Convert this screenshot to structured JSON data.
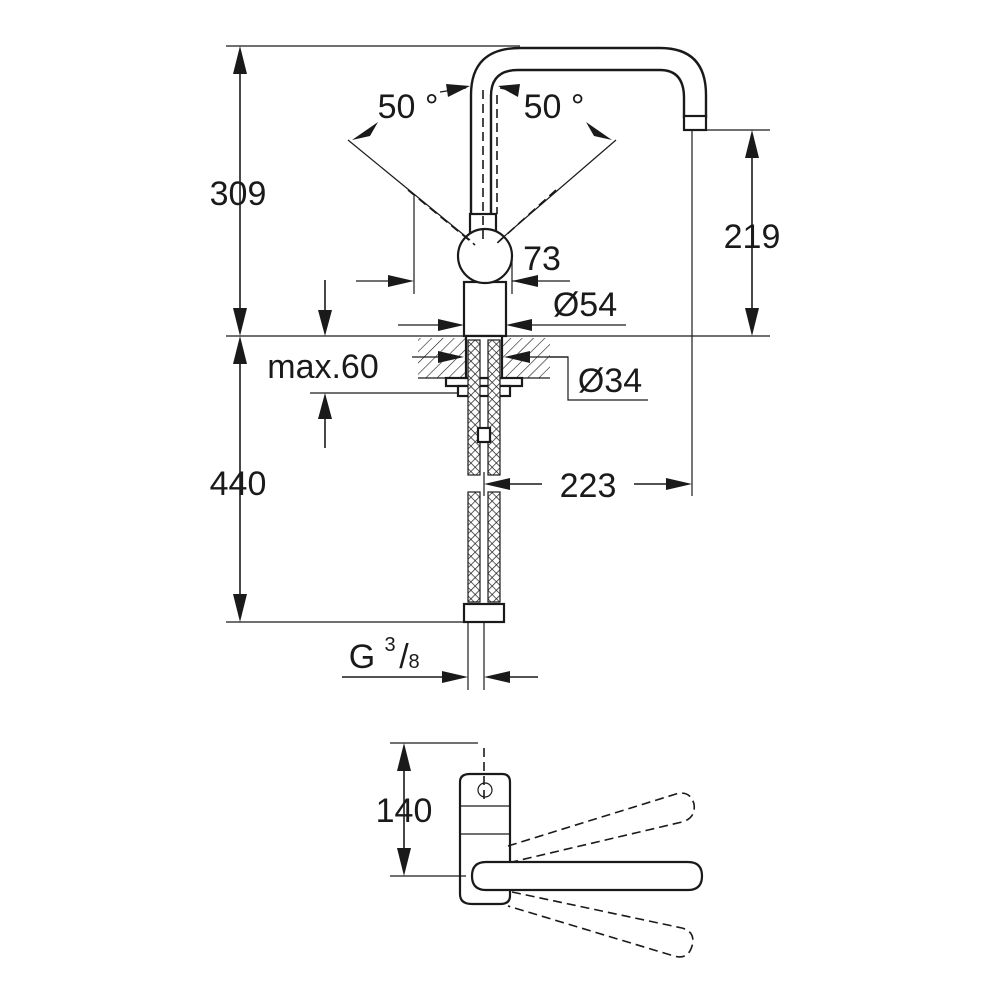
{
  "dimensions": {
    "height_above_counter": "309",
    "outlet_height": "219",
    "lever_angle_left": "50 °",
    "lever_angle_right": "50 °",
    "lever_offset": "73",
    "body_diameter": "Ø54",
    "counter_max_thickness": "max.60",
    "hole_diameter": "Ø34",
    "hose_length": "440",
    "spout_reach": "223",
    "connection_prefix": "G",
    "connection_num": "3",
    "connection_den": "8",
    "plan_depth": "140"
  },
  "colors": {
    "line": "#1a1a1a",
    "background": "#ffffff"
  }
}
